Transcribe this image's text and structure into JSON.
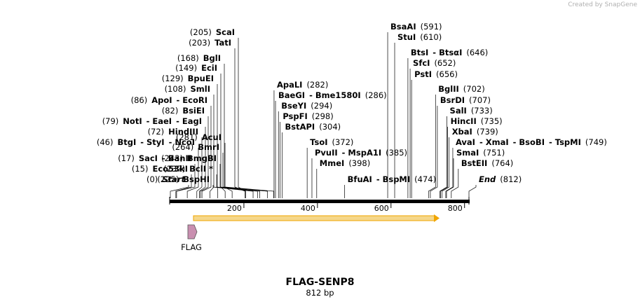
{
  "credit": "Created by SnapGene",
  "map": {
    "title": "FLAG-SENP8",
    "length_text": "812 bp",
    "length_bp": 812,
    "ticks": [
      "200",
      "400",
      "600",
      "800"
    ],
    "feature_label": "FLAG",
    "colors": {
      "backbone": "#000000",
      "orf_fill": "#f5d78a",
      "orf_arrow": "#f0a500",
      "flag_fill": "#c98fb0"
    },
    "sites": [
      {
        "pos": 0,
        "parts": [
          [
            "(0)",
            0
          ],
          [
            "Start",
            2
          ]
        ]
      },
      {
        "pos": 15,
        "parts": [
          [
            "(15)",
            0
          ],
          [
            "Eco53kI",
            1
          ]
        ]
      },
      {
        "pos": 17,
        "parts": [
          [
            "(17)",
            0
          ],
          [
            "SacI",
            1
          ],
          [
            "- BanII",
            1
          ]
        ]
      },
      {
        "pos": 46,
        "parts": [
          [
            "(46)",
            0
          ],
          [
            "BtgI",
            1
          ],
          [
            "- StyI",
            1
          ],
          [
            "- NcoI",
            1
          ]
        ]
      },
      {
        "pos": 72,
        "parts": [
          [
            "(72)",
            0
          ],
          [
            "HindIII",
            1
          ]
        ]
      },
      {
        "pos": 79,
        "parts": [
          [
            "(79)",
            0
          ],
          [
            "NotI",
            1
          ],
          [
            "- EaeI",
            1
          ],
          [
            "- EagI",
            1
          ]
        ]
      },
      {
        "pos": 82,
        "parts": [
          [
            "(82)",
            0
          ],
          [
            "BsiEI",
            1
          ]
        ]
      },
      {
        "pos": 86,
        "parts": [
          [
            "(86)",
            0
          ],
          [
            "ApoI",
            1
          ],
          [
            "- EcoRI",
            1
          ]
        ]
      },
      {
        "pos": 108,
        "parts": [
          [
            "(108)",
            0
          ],
          [
            "SmlI",
            1
          ]
        ]
      },
      {
        "pos": 129,
        "parts": [
          [
            "(129)",
            0
          ],
          [
            "BpuEI",
            1
          ]
        ]
      },
      {
        "pos": 149,
        "parts": [
          [
            "(149)",
            0
          ],
          [
            "EciI",
            1
          ]
        ]
      },
      {
        "pos": 168,
        "parts": [
          [
            "(168)",
            0
          ],
          [
            "BglI",
            1
          ]
        ]
      },
      {
        "pos": 203,
        "parts": [
          [
            "(203)",
            0
          ],
          [
            "TatI",
            1
          ]
        ]
      },
      {
        "pos": 205,
        "parts": [
          [
            "(205)",
            0
          ],
          [
            "ScaI",
            1
          ]
        ]
      },
      {
        "pos": 225,
        "parts": [
          [
            "(225)",
            0
          ],
          [
            "BspHI",
            1
          ]
        ]
      },
      {
        "pos": 237,
        "parts": [
          [
            "(237)",
            0
          ],
          [
            "BclI *",
            1
          ]
        ]
      },
      {
        "pos": 243,
        "parts": [
          [
            "(243)",
            0
          ],
          [
            "BmgBI",
            1
          ]
        ]
      },
      {
        "pos": 264,
        "parts": [
          [
            "(264)",
            0
          ],
          [
            "BmrI",
            1
          ]
        ]
      },
      {
        "pos": 281,
        "parts": [
          [
            "(281)",
            0
          ],
          [
            "AcuI",
            1
          ]
        ]
      },
      {
        "pos": 282,
        "parts": [
          [
            "ApaLI",
            1
          ],
          [
            "(282)",
            0
          ]
        ]
      },
      {
        "pos": 286,
        "parts": [
          [
            "BaeGI",
            1
          ],
          [
            "- Bme1580I",
            1
          ],
          [
            "(286)",
            0
          ]
        ]
      },
      {
        "pos": 294,
        "parts": [
          [
            "BseYI",
            1
          ],
          [
            "(294)",
            0
          ]
        ]
      },
      {
        "pos": 298,
        "parts": [
          [
            "PspFI",
            1
          ],
          [
            "(298)",
            0
          ]
        ]
      },
      {
        "pos": 304,
        "parts": [
          [
            "BstAPI",
            1
          ],
          [
            "(304)",
            0
          ]
        ]
      },
      {
        "pos": 372,
        "parts": [
          [
            "TsoI",
            1
          ],
          [
            "(372)",
            0
          ]
        ]
      },
      {
        "pos": 385,
        "parts": [
          [
            "PvuII",
            1
          ],
          [
            "- MspA1I",
            1
          ],
          [
            "(385)",
            0
          ]
        ]
      },
      {
        "pos": 398,
        "parts": [
          [
            "MmeI",
            1
          ],
          [
            "(398)",
            0
          ]
        ]
      },
      {
        "pos": 474,
        "parts": [
          [
            "BfuAI",
            1
          ],
          [
            "- BspMI",
            1
          ],
          [
            "(474)",
            0
          ]
        ]
      },
      {
        "pos": 591,
        "parts": [
          [
            "BsaAI",
            1
          ],
          [
            "(591)",
            0
          ]
        ]
      },
      {
        "pos": 610,
        "parts": [
          [
            "StuI",
            1
          ],
          [
            "(610)",
            0
          ]
        ]
      },
      {
        "pos": 646,
        "parts": [
          [
            "BtsI",
            1
          ],
          [
            "- BtsαI",
            1
          ],
          [
            "(646)",
            0
          ]
        ]
      },
      {
        "pos": 652,
        "parts": [
          [
            "SfcI",
            1
          ],
          [
            "(652)",
            0
          ]
        ]
      },
      {
        "pos": 656,
        "parts": [
          [
            "PstI",
            1
          ],
          [
            "(656)",
            0
          ]
        ]
      },
      {
        "pos": 702,
        "parts": [
          [
            "BglII",
            1
          ],
          [
            "(702)",
            0
          ]
        ]
      },
      {
        "pos": 707,
        "parts": [
          [
            "BsrDI",
            1
          ],
          [
            "(707)",
            0
          ]
        ]
      },
      {
        "pos": 733,
        "parts": [
          [
            "SalI",
            1
          ],
          [
            "(733)",
            0
          ]
        ]
      },
      {
        "pos": 735,
        "parts": [
          [
            "HincII",
            1
          ],
          [
            "(735)",
            0
          ]
        ]
      },
      {
        "pos": 739,
        "parts": [
          [
            "XbaI",
            1
          ],
          [
            "(739)",
            0
          ]
        ]
      },
      {
        "pos": 749,
        "parts": [
          [
            "AvaI",
            1
          ],
          [
            "- XmaI",
            1
          ],
          [
            "- BsoBI",
            1
          ],
          [
            "- TspMI",
            1
          ],
          [
            "(749)",
            0
          ]
        ]
      },
      {
        "pos": 751,
        "parts": [
          [
            "SmaI",
            1
          ],
          [
            "(751)",
            0
          ]
        ]
      },
      {
        "pos": 764,
        "parts": [
          [
            "BstEII",
            1
          ],
          [
            "(764)",
            0
          ]
        ]
      },
      {
        "pos": 812,
        "parts": [
          [
            "End",
            2
          ],
          [
            "(812)",
            0
          ]
        ]
      }
    ]
  }
}
